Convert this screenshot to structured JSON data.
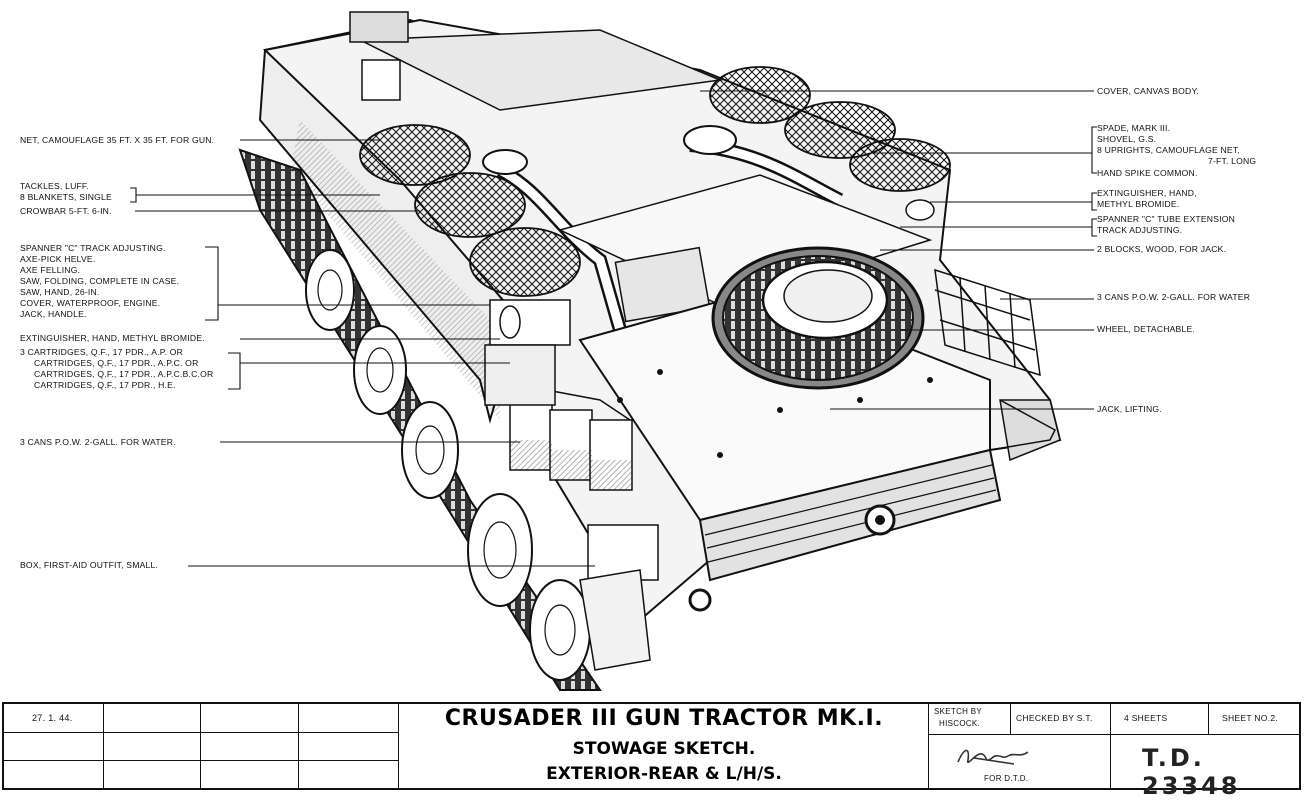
{
  "title_block": {
    "date": "27. 1. 44.",
    "title_line1": "CRUSADER III GUN TRACTOR MK.I.",
    "title_line2": "STOWAGE SKETCH.",
    "title_line3": "EXTERIOR-REAR & L/H/S.",
    "sketch_by_label": "SKETCH BY",
    "sketch_by_name": "HISCOCK.",
    "checked_by": "CHECKED BY S.T.",
    "sheets": "4 SHEETS",
    "sheet_no": "SHEET No.2.",
    "for_dtd": "FOR D.T.D.",
    "doc_number": "T.D. 23348"
  },
  "labels_left": [
    "NET, CAMOUFLAGE 35 FT. x 35 FT. FOR GUN.",
    "TACKLES, LUFF.",
    "8 BLANKETS, SINGLE",
    "CROWBAR 5-FT. 6-IN.",
    "SPANNER \"C\" TRACK ADJUSTING.",
    "AXE-PICK HELVE.",
    "AXE FELLING.",
    "SAW, FOLDING, COMPLETE IN CASE.",
    "SAW, HAND, 26-IN.",
    "COVER, WATERPROOF, ENGINE.",
    "JACK, HANDLE.",
    "EXTINGUISHER, HAND, METHYL BROMIDE.",
    "3 CARTRIDGES, Q.F., 17 PDR., A.P. OR",
    "CARTRIDGES, Q.F., 17 PDR., A.P.C. OR",
    "CARTRIDGES, Q.F., 17 PDR., A.P.C.B.C.OR",
    "CARTRIDGES, Q.F., 17 PDR., H.E.",
    "3 CANS P.O.W. 2-GALL. FOR WATER.",
    "BOX, FIRST-AID OUTFIT, SMALL."
  ],
  "labels_right": [
    "COVER, CANVAS BODY.",
    "SPADE, MARK III.",
    "SHOVEL, G.S.",
    "8 UPRIGHTS, CAMOUFLAGE NET,",
    "7-FT. LONG",
    "HAND SPIKE COMMON.",
    "EXTINGUISHER, HAND,",
    "METHYL BROMIDE.",
    "SPANNER \"C\" TUBE EXTENSION",
    "TRACK ADJUSTING.",
    "2 BLOCKS, WOOD, FOR JACK.",
    "3 CANS P.O.W. 2-GALL. FOR WATER",
    "WHEEL, DETACHABLE.",
    "JACK, LIFTING."
  ],
  "colors": {
    "ink": "#111111",
    "paper": "#ffffff",
    "shade": "#555555"
  }
}
